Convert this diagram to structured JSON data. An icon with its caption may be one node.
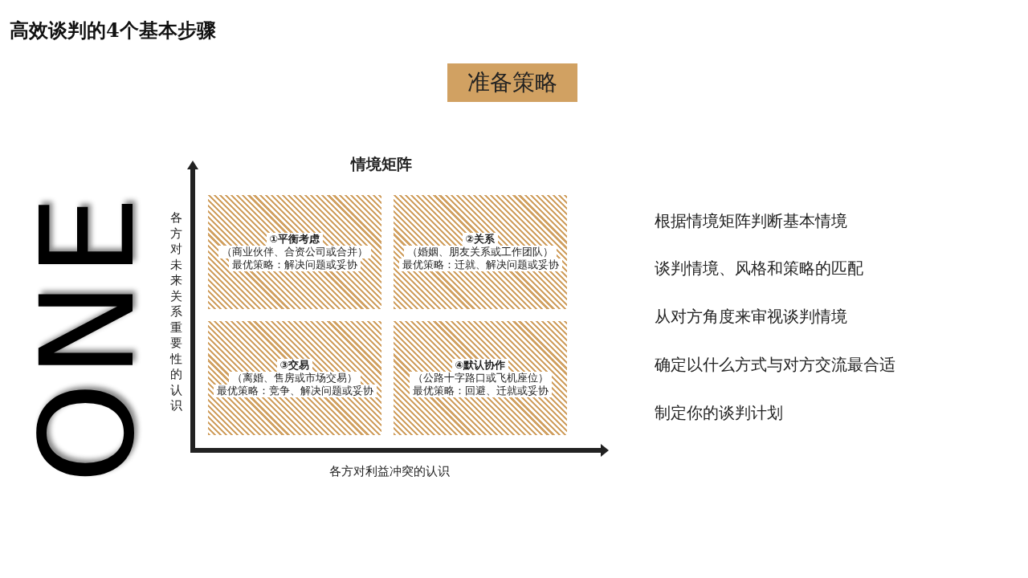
{
  "diagram": {
    "title": "高效谈判的4个基本步骤",
    "nodes": [
      {
        "text": [
          "准备策略"
        ]
      },
      {
        "text": [
          "①平衡考虑",
          "（商业伙伴、合资公司或合并）",
          "最优策略：解决问题或妥协"
        ]
      },
      {
        "text": [
          "②关系",
          "（婚姻、朋友关系或工作团队）",
          "最优策略：迁就、解决问题或妥协"
        ]
      },
      {
        "text": [
          "③交易",
          "（离婚、售房或市场交易）",
          "最优策略：竞争、解决问题或妥协"
        ]
      },
      {
        "text": [
          "④默认协作",
          "（公路十字路口或飞机座位）",
          "最优策略：回避、迁就或妥协"
        ]
      }
    ],
    "labels": [
      "ONE",
      "情境矩阵",
      "各方对未来关系重要性的认识",
      "各方对利益冲突的认识",
      "根据情境矩阵判断基本情境",
      "谈判情境、风格和策略的匹配",
      "从对方角度来审视谈判情境",
      "确定以什么方式与对方交流最合适",
      "制定你的谈判计划"
    ]
  }
}
